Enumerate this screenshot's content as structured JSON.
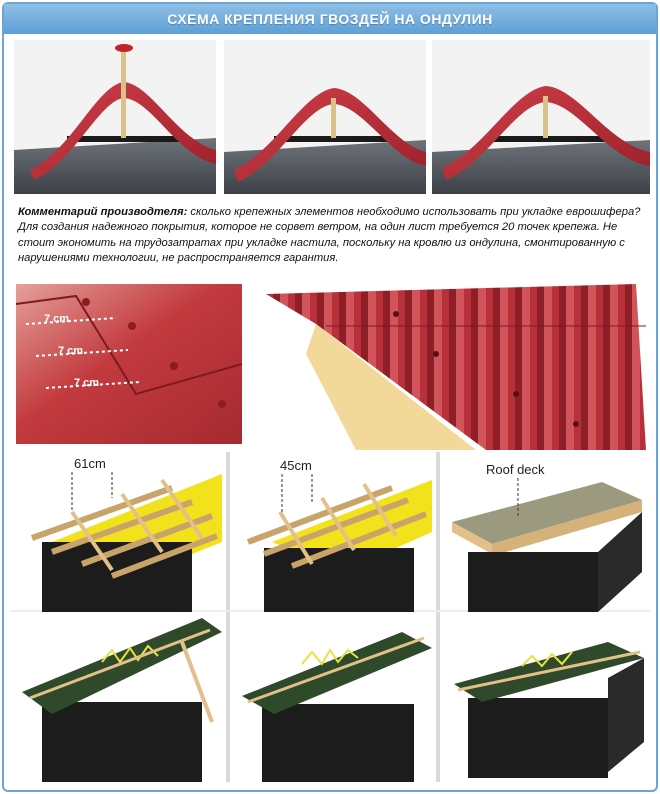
{
  "header": {
    "title": "СХЕМА КРЕПЛЕНИЯ ГВОЗДЕЙ НА ОНДУЛИН"
  },
  "comment": {
    "lead": "Комментарий производтеля:",
    "body": " сколько крепежных элементов необходимо использовать при укладке еврошифера? Для создания надежного покрытия, которое не сорвет ветром, на один лист требуется 20 точек крепежа. Не стоит экономить на трудозатратах при укладке настила, поскольку на кровлю из ондулина, смонтированную с нарушениями технологии, не распространяется гарантия."
  },
  "overlap": {
    "labels": [
      "7 cm",
      "7 cm",
      "7 cm"
    ]
  },
  "batten_diagrams": {
    "labels": [
      "61cm",
      "45cm",
      "Roof deck"
    ]
  },
  "colors": {
    "banner": "#5e9fd6",
    "sheet_red": "#b8303a",
    "sheet_green": "#2f4a2a",
    "wood": "#e2c089",
    "membrane": "#f2e21c",
    "box": "#1c1c1c"
  }
}
